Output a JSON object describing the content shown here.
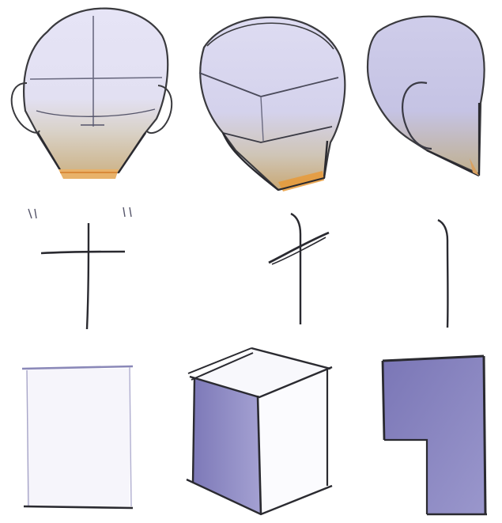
{
  "image": {
    "description_note": "",
    "rows": [
      "heads",
      "axis-marks",
      "boxes"
    ],
    "columns": [
      "front",
      "three-quarter",
      "side"
    ]
  },
  "colors": {
    "paper": "#ffffff",
    "line": "#3a3a3e",
    "head_fill": "#d9d7f0",
    "head_shadow": "#b8b8dc",
    "jaw_warm": "#d8b07a",
    "chin_orange": "#e89a3a",
    "cube_shadow": "#8c88c4",
    "cube_dark": "#7470b0",
    "box_light": "#f3f2fa"
  },
  "labels": {}
}
